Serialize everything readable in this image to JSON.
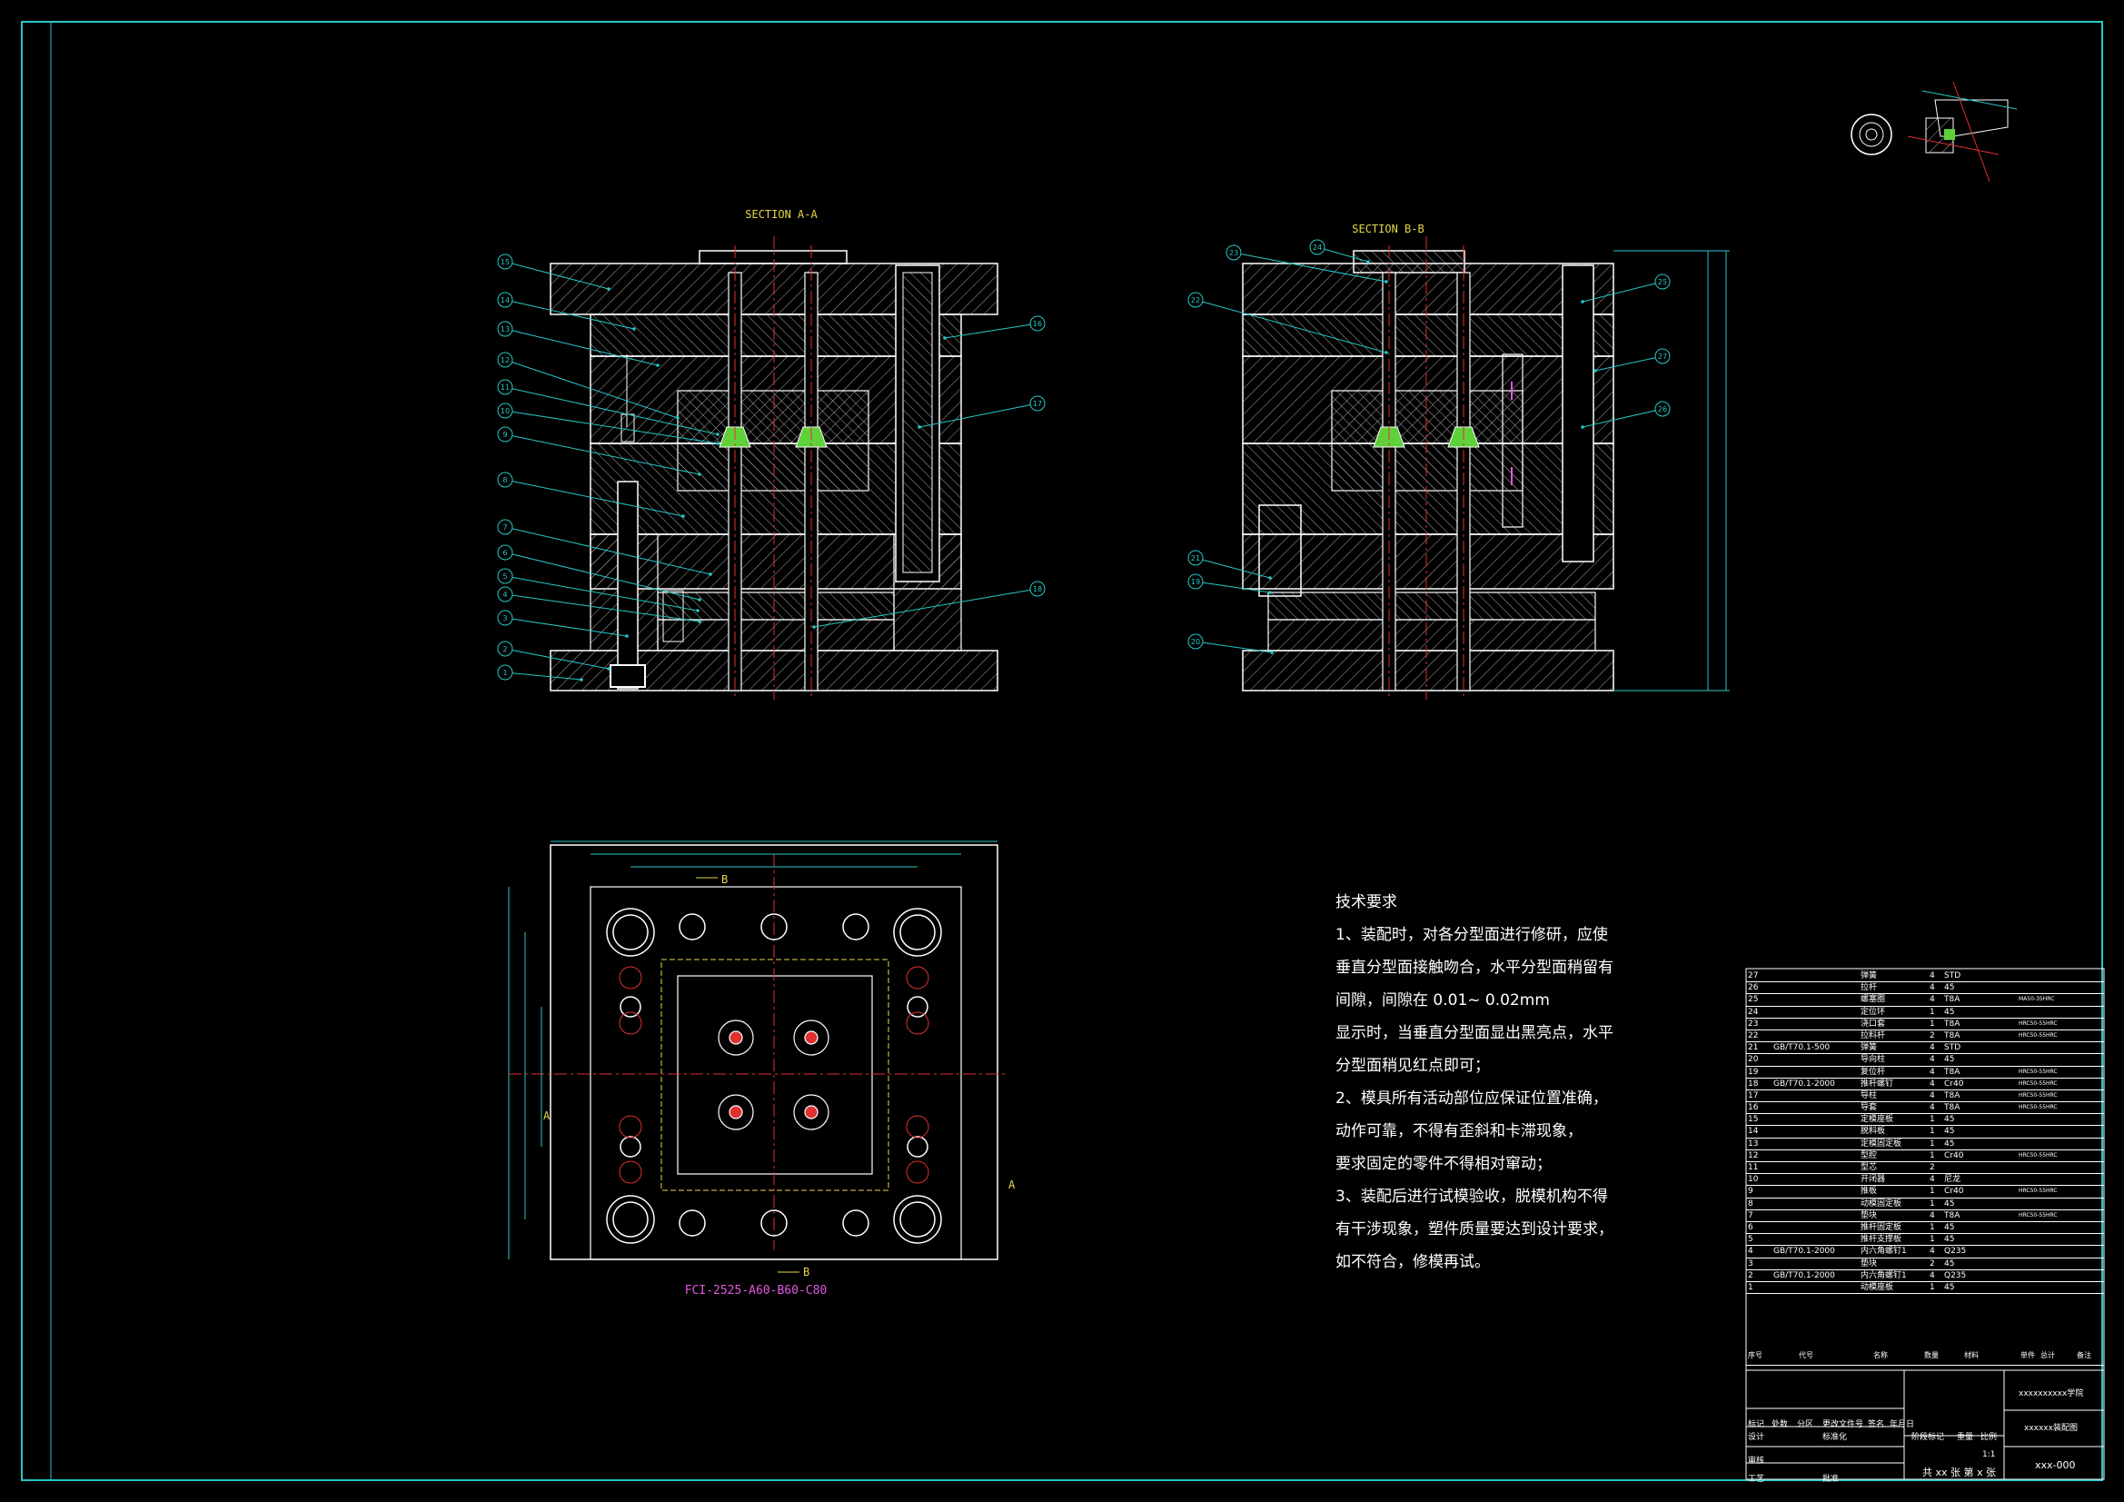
{
  "views": {
    "section_a_title": "SECTION A-A",
    "section_b_title": "SECTION B-B",
    "mold_base_code": "FCI-2525-A60-B60-C80",
    "callouts_a": [
      "15",
      "14",
      "13",
      "12",
      "11",
      "10",
      "9",
      "8",
      "7",
      "6",
      "5",
      "4",
      "3",
      "2",
      "1",
      "16",
      "17",
      "18"
    ],
    "callouts_b": [
      "23",
      "24",
      "22",
      "21",
      "19",
      "20",
      "25",
      "27",
      "26"
    ],
    "plan_marks": {
      "section_b_top": "B",
      "section_b_bottom": "B",
      "section_a_left": "A",
      "section_a_right": "A"
    }
  },
  "requirements": {
    "title": "技术要求",
    "lines": [
      "1、装配时，对各分型面进行修研，应使",
      "垂直分型面接触吻合，水平分型面稍留有",
      "间隙，间隙在  0.01~  0.02mm",
      "显示时，当垂直分型面显出黑亮点，水平",
      "分型面稍见红点即可；",
      "2、模具所有活动部位应保证位置准确，",
      "动作可靠，不得有歪斜和卡滞现象，",
      "要求固定的零件不得相对窜动；",
      "3、装配后进行试模验收，脱模机构不得",
      "有干涉现象，塑件质量要达到设计要求，",
      "如不符合，修模再试。"
    ]
  },
  "bom": {
    "rows": [
      {
        "no": "27",
        "std": "",
        "name": "弹簧",
        "qty": "4",
        "mat": "STD",
        "note": ""
      },
      {
        "no": "26",
        "std": "",
        "name": "拉杆",
        "qty": "4",
        "mat": "45",
        "note": ""
      },
      {
        "no": "25",
        "std": "",
        "name": "螺塞圈",
        "qty": "4",
        "mat": "T8A",
        "note": "MA50-35HRC"
      },
      {
        "no": "24",
        "std": "",
        "name": "定位环",
        "qty": "1",
        "mat": "45",
        "note": ""
      },
      {
        "no": "23",
        "std": "",
        "name": "浇口套",
        "qty": "1",
        "mat": "T8A",
        "note": "HRC50-55HRC"
      },
      {
        "no": "22",
        "std": "",
        "name": "拉料杆",
        "qty": "2",
        "mat": "T8A",
        "note": "HRC50-55HRC"
      },
      {
        "no": "21",
        "std": "GB/T70.1-500",
        "name": "弹簧",
        "qty": "4",
        "mat": "STD",
        "note": ""
      },
      {
        "no": "20",
        "std": "",
        "name": "导向柱",
        "qty": "4",
        "mat": "45",
        "note": ""
      },
      {
        "no": "19",
        "std": "",
        "name": "复位杆",
        "qty": "4",
        "mat": "T8A",
        "note": "HRC50-55HRC"
      },
      {
        "no": "18",
        "std": "GB/T70.1-2000",
        "name": "推杆螺钉",
        "qty": "4",
        "mat": "Cr40",
        "note": "HRC50-55HRC"
      },
      {
        "no": "17",
        "std": "",
        "name": "导柱",
        "qty": "4",
        "mat": "T8A",
        "note": "HRC50-55HRC"
      },
      {
        "no": "16",
        "std": "",
        "name": "导套",
        "qty": "4",
        "mat": "T8A",
        "note": "HRC50-55HRC"
      },
      {
        "no": "15",
        "std": "",
        "name": "定模座板",
        "qty": "1",
        "mat": "45",
        "note": ""
      },
      {
        "no": "14",
        "std": "",
        "name": "脱料板",
        "qty": "1",
        "mat": "45",
        "note": ""
      },
      {
        "no": "13",
        "std": "",
        "name": "定模固定板",
        "qty": "1",
        "mat": "45",
        "note": ""
      },
      {
        "no": "12",
        "std": "",
        "name": "型腔",
        "qty": "1",
        "mat": "Cr40",
        "note": "HRC50-55HRC"
      },
      {
        "no": "11",
        "std": "",
        "name": "型芯",
        "qty": "2",
        "mat": "",
        "note": ""
      },
      {
        "no": "10",
        "std": "",
        "name": "开闭器",
        "qty": "4",
        "mat": "尼龙",
        "note": ""
      },
      {
        "no": "9",
        "std": "",
        "name": "推板",
        "qty": "1",
        "mat": "Cr40",
        "note": "HRC50-55HRC"
      },
      {
        "no": "8",
        "std": "",
        "name": "动模固定板",
        "qty": "1",
        "mat": "45",
        "note": ""
      },
      {
        "no": "7",
        "std": "",
        "name": "垫块",
        "qty": "4",
        "mat": "T8A",
        "note": "HRC50-55HRC"
      },
      {
        "no": "6",
        "std": "",
        "name": "推杆固定板",
        "qty": "1",
        "mat": "45",
        "note": ""
      },
      {
        "no": "5",
        "std": "",
        "name": "推杆支撑板",
        "qty": "1",
        "mat": "45",
        "note": ""
      },
      {
        "no": "4",
        "std": "GB/T70.1-2000",
        "name": "内六角螺钉1",
        "qty": "4",
        "mat": "Q235",
        "note": ""
      },
      {
        "no": "3",
        "std": "",
        "name": "垫块",
        "qty": "2",
        "mat": "45",
        "note": ""
      },
      {
        "no": "2",
        "std": "GB/T70.1-2000",
        "name": "内六角螺钉1",
        "qty": "4",
        "mat": "Q235",
        "note": ""
      },
      {
        "no": "1",
        "std": "",
        "name": "动模座板",
        "qty": "1",
        "mat": "45",
        "note": ""
      }
    ],
    "header": {
      "no": "序号",
      "std": "代号",
      "name": "名称",
      "qty": "数量",
      "mat": "材料",
      "unit_wt": "单件",
      "total_wt": "总计",
      "note": "备注"
    }
  },
  "title_block": {
    "school": "xxxxxxxxxx学院",
    "drawing_name": "xxxxxx装配图",
    "drawing_no": "xxx-000",
    "scale": "1:1",
    "sheets": "共 xx 张  第 x 张",
    "labels": {
      "mark": "标记",
      "qty": "处数",
      "zone": "分区",
      "change_no": "更改文件号",
      "sign": "签名",
      "date": "年月日",
      "design": "设计",
      "standard": "标准化",
      "stage": "阶段标记",
      "weight": "重量",
      "ratio": "比例",
      "review": "审核",
      "process": "工艺",
      "approve": "批准"
    }
  },
  "colors": {
    "background": "#000000",
    "line": "#ffffff",
    "dim": "#27c7c7",
    "center": "#e03030",
    "text_yellow": "#e6d84a",
    "text_magenta": "#e05adf",
    "hatch": "#bfbfbf"
  }
}
